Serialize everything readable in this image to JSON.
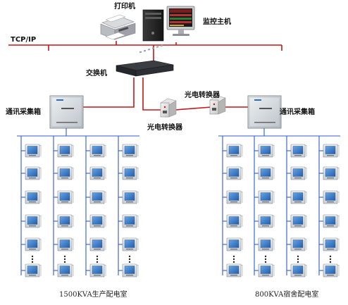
{
  "labels": {
    "printer": "打印机",
    "host": "监控主机",
    "protocol": "TCP/IP",
    "switch": "交换机",
    "left_box": "通讯采集箱",
    "right_box": "通讯采集箱",
    "converter_top": "光电转换器",
    "converter_bottom": "光电转换器",
    "left_room": "1500KVA生产配电室",
    "right_room": "800KVA宿舍配电室"
  },
  "colors": {
    "bus_red": "#c4161c",
    "rs485_blue": "#2f5bd3",
    "meter_screen": "#3d7fc9"
  },
  "icons": [
    "printer-icon",
    "computer-monitor-icon",
    "network-switch-icon",
    "collection-box-icon",
    "fiber-converter-icon",
    "power-meter-icon"
  ]
}
